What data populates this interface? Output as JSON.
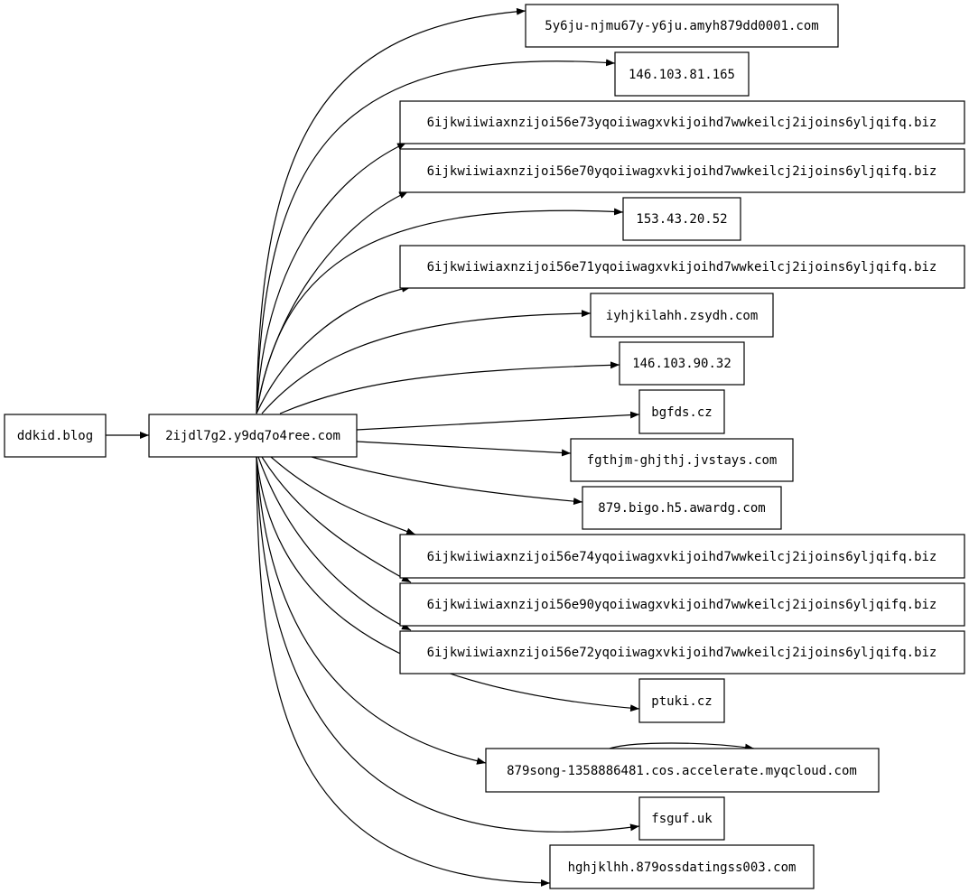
{
  "diagram": {
    "type": "directed-graph",
    "root": "ddkid.blog",
    "hub": "2ijdl7g2.y9dq7o4ree.com",
    "nodes": [
      {
        "id": "ddkid",
        "label": "ddkid.blog"
      },
      {
        "id": "hub",
        "label": "2ijdl7g2.y9dq7o4ree.com"
      },
      {
        "id": "t0",
        "label": "5y6ju-njmu67y-y6ju.amyh879dd0001.com"
      },
      {
        "id": "t1",
        "label": "146.103.81.165"
      },
      {
        "id": "t2",
        "label": "6ijkwiiwiaxnzijoi56e73yqoiiwagxvkijoihd7wwkeilcj2ijoins6yljqifq.biz"
      },
      {
        "id": "t3",
        "label": "6ijkwiiwiaxnzijoi56e70yqoiiwagxvkijoihd7wwkeilcj2ijoins6yljqifq.biz"
      },
      {
        "id": "t4",
        "label": "153.43.20.52"
      },
      {
        "id": "t5",
        "label": "6ijkwiiwiaxnzijoi56e71yqoiiwagxvkijoihd7wwkeilcj2ijoins6yljqifq.biz"
      },
      {
        "id": "t6",
        "label": "iyhjkilahh.zsydh.com"
      },
      {
        "id": "t7",
        "label": "146.103.90.32"
      },
      {
        "id": "t8",
        "label": "bgfds.cz"
      },
      {
        "id": "t9",
        "label": "fgthjm-ghjthj.jvstays.com"
      },
      {
        "id": "t10",
        "label": "879.bigo.h5.awardg.com"
      },
      {
        "id": "t11",
        "label": "6ijkwiiwiaxnzijoi56e74yqoiiwagxvkijoihd7wwkeilcj2ijoins6yljqifq.biz"
      },
      {
        "id": "t12",
        "label": "6ijkwiiwiaxnzijoi56e90yqoiiwagxvkijoihd7wwkeilcj2ijoins6yljqifq.biz"
      },
      {
        "id": "t13",
        "label": "6ijkwiiwiaxnzijoi56e72yqoiiwagxvkijoihd7wwkeilcj2ijoins6yljqifq.biz"
      },
      {
        "id": "t14",
        "label": "ptuki.cz"
      },
      {
        "id": "t15",
        "label": "879song-1358886481.cos.accelerate.myqcloud.com"
      },
      {
        "id": "t16",
        "label": "fsguf.uk"
      },
      {
        "id": "t17",
        "label": "hghjklhh.879ossdatingss003.com"
      }
    ],
    "edges": [
      {
        "from": "ddkid",
        "to": "hub"
      },
      {
        "from": "hub",
        "to": "t0"
      },
      {
        "from": "hub",
        "to": "t1"
      },
      {
        "from": "hub",
        "to": "t2"
      },
      {
        "from": "hub",
        "to": "t3"
      },
      {
        "from": "hub",
        "to": "t4"
      },
      {
        "from": "hub",
        "to": "t5"
      },
      {
        "from": "hub",
        "to": "t6"
      },
      {
        "from": "hub",
        "to": "t7"
      },
      {
        "from": "hub",
        "to": "t8"
      },
      {
        "from": "hub",
        "to": "t9"
      },
      {
        "from": "hub",
        "to": "t10"
      },
      {
        "from": "hub",
        "to": "t11"
      },
      {
        "from": "hub",
        "to": "t12"
      },
      {
        "from": "hub",
        "to": "t13"
      },
      {
        "from": "hub",
        "to": "t14"
      },
      {
        "from": "hub",
        "to": "t15"
      },
      {
        "from": "hub",
        "to": "t16"
      },
      {
        "from": "hub",
        "to": "t17"
      },
      {
        "from": "t15",
        "to": "t15"
      }
    ]
  }
}
